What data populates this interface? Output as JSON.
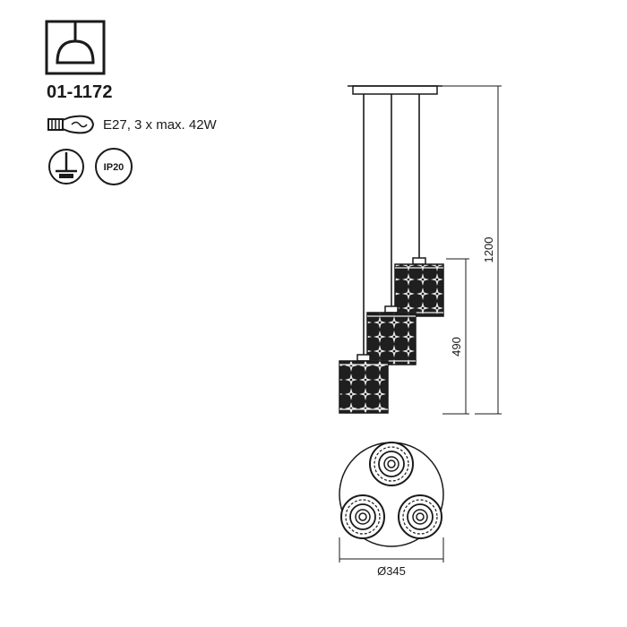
{
  "product": {
    "code": "01-1172",
    "spec": "E27, 3 x max. 42W",
    "ip_rating": "IP20"
  },
  "icons": {
    "type": "pendant-lamp-icon",
    "bulb": "bulb-icon",
    "install": "ceiling-mount-icon"
  },
  "dimensions": {
    "total_height": "1200",
    "shade_drop": "490",
    "canopy_diameter": "Ø345"
  },
  "colors": {
    "line": "#1a1a1a",
    "shade_fill": "#1f1f1f"
  }
}
